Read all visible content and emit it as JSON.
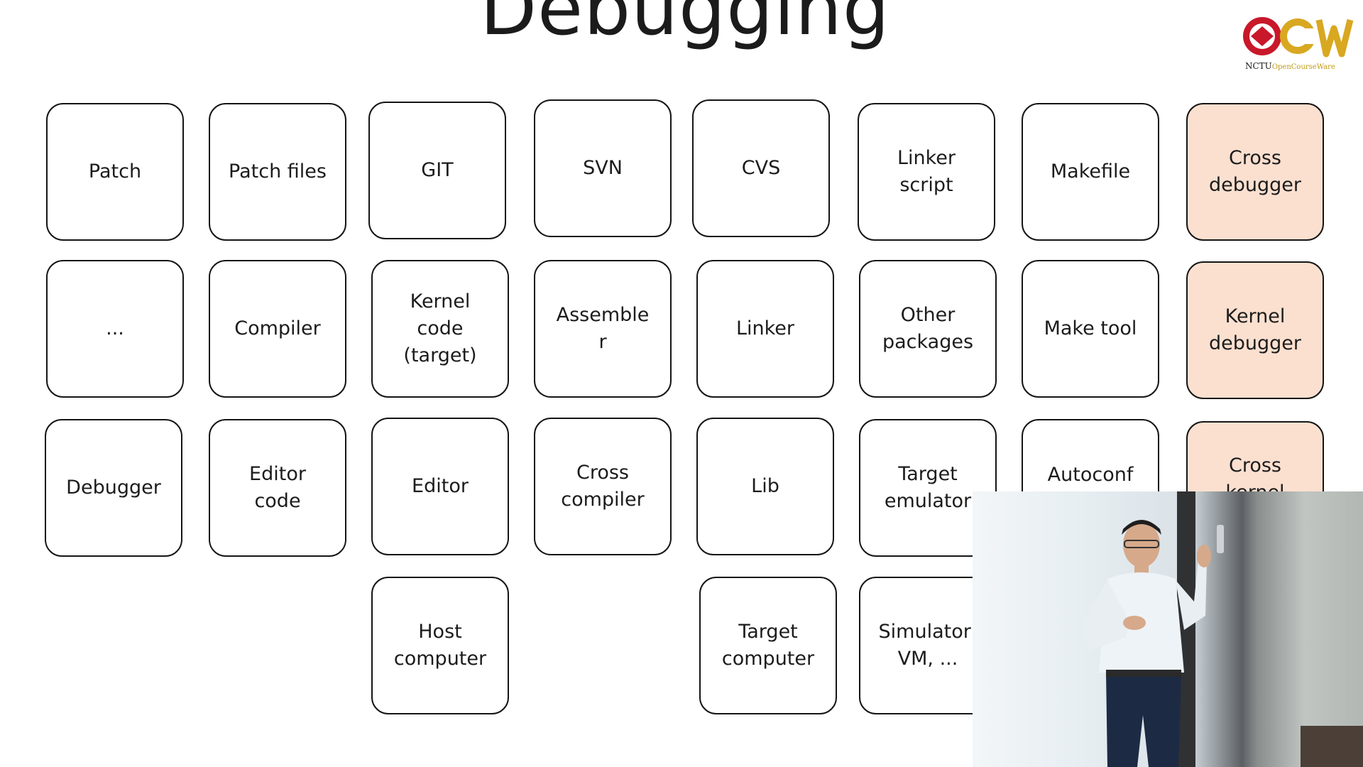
{
  "slide": {
    "title": "Debugging"
  },
  "logo": {
    "caption_main": "NCTU",
    "caption_sub": "OpenCourseWare"
  },
  "tiles": {
    "patch": "Patch",
    "patch_files": "Patch files",
    "git": "GIT",
    "svn": "SVN",
    "cvs": "CVS",
    "linker_script": "Linker\nscript",
    "makefile": "Makefile",
    "cross_debugger": "Cross\ndebugger",
    "ellipsis": "...",
    "compiler": "Compiler",
    "kernel_code": "Kernel\ncode\n(target)",
    "assembler": "Assemble\nr",
    "linker": "Linker",
    "other_packages": "Other\npackages",
    "make_tool": "Make tool",
    "kernel_debugger": "Kernel\ndebugger",
    "debugger": "Debugger",
    "editor_code": "Editor\ncode",
    "editor": "Editor",
    "cross_compiler": "Cross\ncompiler",
    "lib": "Lib",
    "target_emulator": "Target\nemulator",
    "autoconf": "Autoconf",
    "cross_kernel": "Cross\nkernel",
    "host_computer": "Host\ncomputer",
    "target_computer": "Target\ncomputer",
    "simulator": "Simulator,\nVM, ..."
  },
  "colors": {
    "tile_border": "#151515",
    "highlight_fill": "#fbe0d0",
    "logo_red": "#c8182a",
    "logo_gold": "#d9a821"
  },
  "icons": {
    "logo": "ocw-logo-icon"
  }
}
